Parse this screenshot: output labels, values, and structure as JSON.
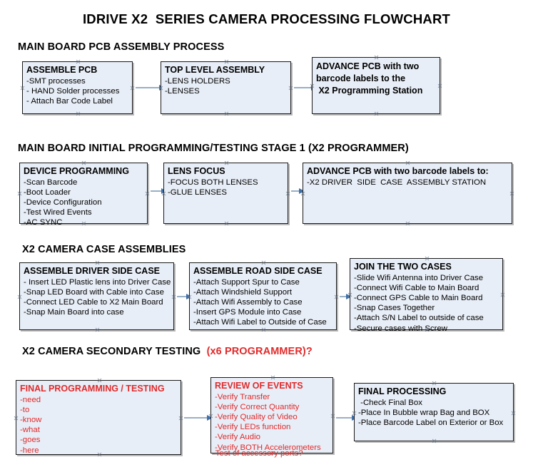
{
  "document": {
    "title": "IDRIVE X2  SERIES CAMERA PROCESSING FLOWCHART"
  },
  "colors": {
    "box_fill": "#e8eef7",
    "box_border": "#1a1a1a",
    "connector_line": "#97b0c6",
    "connector_arrow": "#3f6fa8",
    "accent_red": "#e02b2b",
    "text": "#000000"
  },
  "sections": [
    {
      "heading": "MAIN BOARD PCB ASSEMBLY PROCESS",
      "heading_red": "",
      "boxes": [
        {
          "title": "ASSEMBLE PCB",
          "lines": [
            "-SMT processes",
            "- HAND Solder processes",
            "- Attach Bar Code Label"
          ]
        },
        {
          "title": "TOP LEVEL ASSEMBLY",
          "lines": [
            "-LENS HOLDERS",
            "-LENSES"
          ]
        },
        {
          "title": "ADVANCE PCB with two\nbarcode labels to the\n X2 Programming Station",
          "lines": []
        }
      ]
    },
    {
      "heading": "MAIN BOARD INITIAL PROGRAMMING/TESTING STAGE 1 (X2 PROGRAMMER)",
      "heading_red": "",
      "boxes": [
        {
          "title": "DEVICE PROGRAMMING",
          "lines": [
            "-Scan Barcode",
            "-Boot Loader",
            "-Device Configuration",
            "-Test Wired Events",
            "-AC SYNC"
          ]
        },
        {
          "title": "LENS FOCUS",
          "lines": [
            "-FOCUS BOTH LENSES",
            "-GLUE LENSES"
          ]
        },
        {
          "title": "ADVANCE PCB with two barcode labels to:",
          "lines": [
            "-X2 DRIVER  SIDE  CASE  ASSEMBLY STATION"
          ]
        }
      ]
    },
    {
      "heading": "X2 CAMERA CASE ASSEMBLIES",
      "heading_red": "",
      "boxes": [
        {
          "title": "ASSEMBLE DRIVER SIDE CASE",
          "lines": [
            "- Insert LED Plastic lens into Driver Case",
            "-Snap LED Board with Cable into Case",
            "-Connect LED Cable to X2 Main Board",
            "-Snap Main Board into case"
          ]
        },
        {
          "title": "ASSEMBLE ROAD SIDE CASE",
          "lines": [
            "-Attach Support Spur to Case",
            "-Attach Windshield Support",
            "-Attach Wifi Assembly to Case",
            "-Insert GPS Module into Case",
            "-Attach Wifi Label to Outside of Case"
          ]
        },
        {
          "title": "JOIN THE TWO CASES",
          "lines": [
            "-Slide Wifi Antenna into Driver Case",
            "-Connect Wifi Cable to Main Board",
            "-Connect GPS Cable to Main Board",
            "-Snap Cases Together",
            "-Attach S/N Label to outside of case",
            "-Secure cases with Screw"
          ]
        }
      ]
    },
    {
      "heading": "X2 CAMERA SECONDARY TESTING  ",
      "heading_red": "(x6 PROGRAMMER)?",
      "boxes": [
        {
          "title": "FINAL PROGRAMMING / TESTING",
          "lines": [
            "-need",
            "-to",
            "-know",
            "-what",
            "-goes",
            "-here"
          ]
        },
        {
          "title": "REVIEW OF EVENTS",
          "lines": [
            "-Verify Transfer",
            "-Verify Correct Quantity",
            "-Verify Quality of Video",
            "-Verify LEDs function",
            "-Verify Audio",
            "-Verify BOTH Accelerometers"
          ],
          "overflow_line": "-Test of accessory ports?"
        },
        {
          "title": "FINAL PROCESSING",
          "lines": [
            " -Check Final Box",
            "-Place In Bubble wrap Bag and BOX",
            "-Place Barcode Label on Exterior or Box"
          ]
        }
      ]
    }
  ]
}
